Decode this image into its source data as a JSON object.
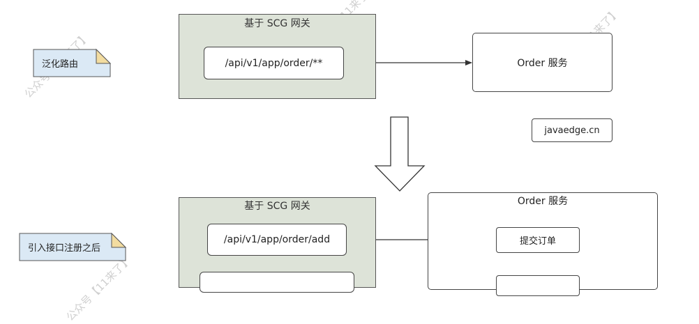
{
  "watermark": "公众号【11来了】",
  "top": {
    "gateway_title": "基于 SCG 网关",
    "route": "/api/v1/app/order/**",
    "service": "Order 服务",
    "note": "泛化路由",
    "site": "javaedge.cn"
  },
  "bottom": {
    "gateway_title": "基于 SCG 网关",
    "route1": "/api/v1/app/order/add",
    "service_title": "Order 服务",
    "submit_order": "提交订单",
    "note": "引入接口注册之后"
  },
  "colors": {
    "gateway_fill": "#dde3d8",
    "note_fill": "#dbe9f5",
    "note_fold": "#f2dca0"
  }
}
